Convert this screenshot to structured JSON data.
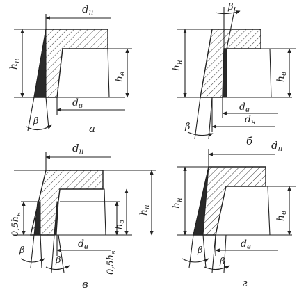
{
  "colors": {
    "ink": "#222222",
    "paper": "#ffffff",
    "wedge": "#2a2a2a"
  },
  "panels": [
    {
      "id": "a",
      "caption": "а",
      "labels": {
        "outer_diameter": "d",
        "outer_sub": "н",
        "inner_diameter": "d",
        "inner_sub": "в",
        "outer_height": "h",
        "outer_height_sub": "н",
        "inner_height": "h",
        "inner_height_sub": "в",
        "angle": "β"
      }
    },
    {
      "id": "b",
      "caption": "б",
      "labels": {
        "angle_top": "β",
        "outer_diameter": "d",
        "outer_sub": "н",
        "inner_diameter": "d",
        "inner_sub": "в",
        "outer_height": "h",
        "outer_height_sub": "н",
        "inner_height": "h",
        "inner_height_sub": "в",
        "angle": "β"
      }
    },
    {
      "id": "v",
      "caption": "в",
      "labels": {
        "outer_diameter": "d",
        "outer_sub": "н",
        "inner_diameter": "d",
        "inner_sub": "в",
        "half_outer_height": "0,5h",
        "half_outer_height_sub": "н",
        "inner_height": "h",
        "inner_height_sub": "в",
        "outer_height": "h",
        "outer_height_sub": "н",
        "half_inner_height": "0,5h",
        "half_inner_height_sub": "в",
        "angle": "β",
        "angle2": "β"
      }
    },
    {
      "id": "g",
      "caption": "г",
      "labels": {
        "outer_diameter": "d",
        "outer_sub": "н",
        "inner_diameter": "d",
        "inner_sub": "в",
        "outer_height": "h",
        "outer_height_sub": "н",
        "inner_height": "h",
        "inner_height_sub": "в",
        "angle": "β",
        "angle2": "β"
      }
    }
  ]
}
